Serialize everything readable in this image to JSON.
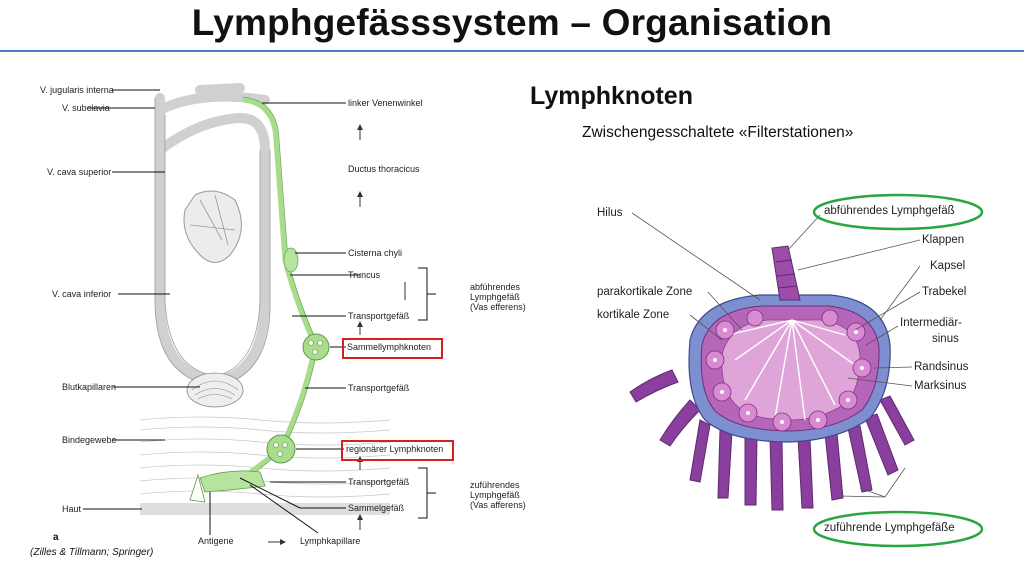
{
  "title": "Lymphgefässsystem – Organisation",
  "right_heading": "Lymphknoten",
  "right_subheading": "Zwischengesschaltete «Filterstationen»",
  "credit": "(Zilles & Tillmann; Springer)",
  "figure_letter": "a",
  "left_diagram": {
    "labels_left": {
      "v_jugularis": "V. jugularis interna",
      "v_subclavia": "V. subclavia",
      "v_cava_sup": "V. cava superior",
      "v_cava_inf": "V. cava inferior",
      "blutkapillaren": "Blutkapillaren",
      "bindegewebe": "Bindegewebe",
      "haut": "Haut"
    },
    "labels_center": {
      "venenwinkel": "linker Venenwinkel",
      "ductus": "Ductus thoracicus",
      "cisterna": "Cisterna chyli",
      "truncus": "Truncus",
      "transport1": "Transportgefäß",
      "sammellymph": "Sammellymphknoten",
      "transport2": "Transportgefäß",
      "regionaer": "regionärer Lymphknoten",
      "transport3": "Transportgefäß",
      "sammelgefaess": "Sammelgefäß",
      "antigene": "Antigene",
      "lymphkapillare": "Lymphkapillare"
    },
    "brackets": {
      "efferens": [
        "abführendes",
        "Lymphgefäß",
        "(Vas efferens)"
      ],
      "afferens": [
        "zuführendes",
        "Lymphgefäß",
        "(Vas afferens)"
      ]
    }
  },
  "right_diagram": {
    "labels": {
      "hilus": "Hilus",
      "abfuehrend": "abführendes Lymphgefäß",
      "klappen": "Klappen",
      "kapsel": "Kapsel",
      "trabekel": "Trabekel",
      "intermediaer1": "Intermediär-",
      "intermediaer2": "sinus",
      "randsinus": "Randsinus",
      "marksinus": "Marksinus",
      "parakortikal": "parakortikale Zone",
      "kortikal": "kortikale Zone",
      "zufuehrend": "zuführende Lymphgefäße"
    }
  },
  "colors": {
    "title_rule": "#4a7fc1",
    "lymph_green": "#9fd48a",
    "vein_gray": "#d8d8d8",
    "highlight_red": "#d42020",
    "highlight_green": "#2aa640",
    "node_purple": "#9b4da8",
    "node_pink": "#e6a6d6",
    "node_blue": "#7d8fd0"
  }
}
